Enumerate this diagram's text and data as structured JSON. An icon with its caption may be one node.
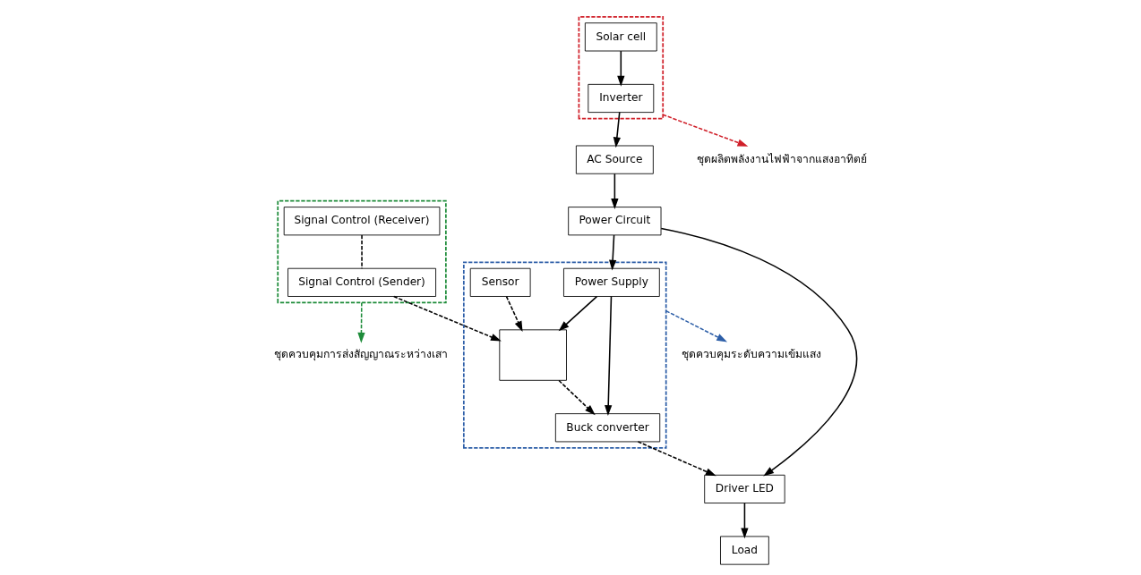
{
  "diagram": {
    "nodes": [
      {
        "text": [
          "AC Source"
        ]
      },
      {
        "text": [
          "Power Circuit"
        ]
      },
      {
        "text": [
          "Driver LED"
        ]
      },
      {
        "text": [
          "Load"
        ]
      },
      {
        "text": [],
        "shape": "box"
      },
      {
        "text": [
          "Inverter"
        ],
        "in": 4
      },
      {
        "text": [
          "Solar cell"
        ],
        "in": 4
      },
      {
        "text": [],
        "shape": "box"
      },
      {
        "text": [
          "Power Supply"
        ],
        "in": 7
      },
      {
        "text": [
          "Buck converter"
        ],
        "in": 7
      },
      {
        "text": [],
        "shape": "box",
        "in": 7
      },
      {
        "text": [
          "Sensor"
        ],
        "in": 7
      },
      {
        "text": [
          "ชุดควบคุมระดับความเข้มแสง"
        ]
      },
      {
        "text": [],
        "shape": "box"
      },
      {
        "text": [
          "Signal Control (Sender)"
        ],
        "in": 13
      },
      {
        "text": [
          "Signal Control (Receiver)"
        ],
        "in": 13
      },
      {
        "text": [
          "ชุดควบคุมการส่งสัญญาณระหว่างเสา"
        ]
      },
      {
        "text": [
          "ชุดผลิตพลังงานไฟฟ้าจากแสงอาทิตย์"
        ]
      }
    ],
    "edges": [
      {
        "from": 0,
        "to": 1,
        "arrow": "to"
      },
      {
        "from": 1,
        "to": 2,
        "arrow": "to"
      },
      {
        "from": 2,
        "to": 3,
        "arrow": "to"
      },
      {
        "from": 6,
        "to": 5,
        "arrow": "to"
      },
      {
        "from": 5,
        "to": 0,
        "arrow": "to"
      },
      {
        "from": 1,
        "to": 8,
        "arrow": "to"
      },
      {
        "from": 8,
        "to": 9,
        "arrow": "to"
      },
      {
        "from": 8,
        "to": 10,
        "arrow": "to"
      },
      {
        "from": 10,
        "to": 9,
        "arrow": "to",
        "style": "dashed"
      },
      {
        "from": 9,
        "to": 2,
        "arrow": "to",
        "style": "dashed"
      },
      {
        "from": 11,
        "to": 10,
        "arrow": "to",
        "style": "dashed"
      },
      {
        "from": 14,
        "to": 10,
        "arrow": "to",
        "style": "dashed"
      },
      {
        "from": 15,
        "to": 14,
        "arrow": "none",
        "style": "dashed"
      },
      {
        "from": 7,
        "to": 12,
        "arrow": "to",
        "style": "dashed",
        "color": "#2e5fa8"
      },
      {
        "from": 13,
        "to": 16,
        "arrow": "to",
        "style": "dashed",
        "color": "#1e8c3a"
      },
      {
        "from": 4,
        "to": 17,
        "arrow": "to",
        "style": "dashed",
        "color": "#d0202a"
      }
    ]
  }
}
